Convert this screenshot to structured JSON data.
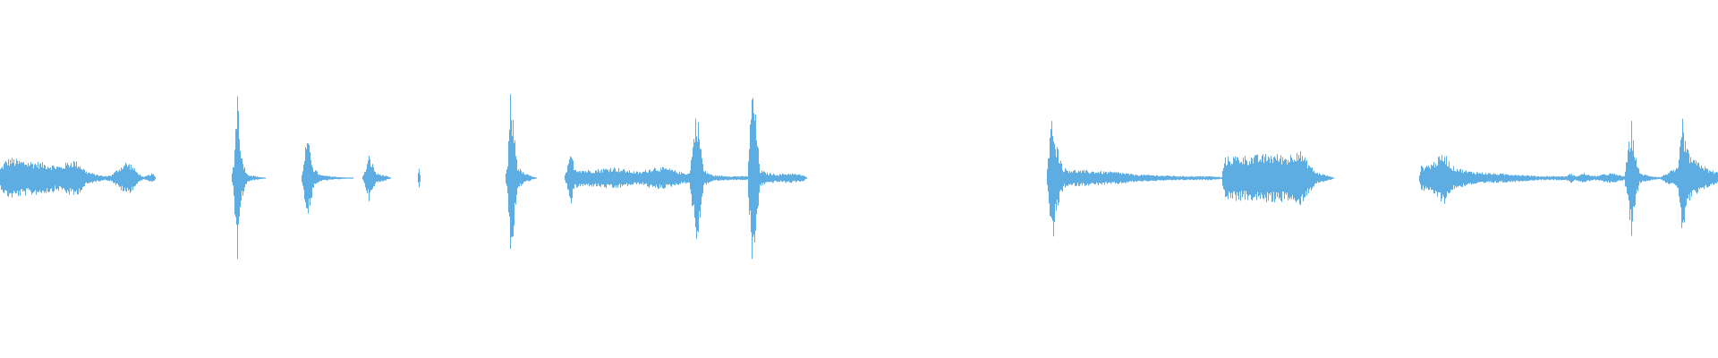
{
  "waveform": {
    "color": "#5dade2",
    "background": "#ffffff",
    "envelope": [
      [
        0,
        0.1
      ],
      [
        6,
        0.18
      ],
      [
        12,
        0.2
      ],
      [
        20,
        0.18
      ],
      [
        30,
        0.17
      ],
      [
        42,
        0.16
      ],
      [
        55,
        0.14
      ],
      [
        68,
        0.12
      ],
      [
        75,
        0.16
      ],
      [
        82,
        0.18
      ],
      [
        88,
        0.15
      ],
      [
        96,
        0.07
      ],
      [
        106,
        0.04
      ],
      [
        116,
        0.02
      ],
      [
        124,
        0.03
      ],
      [
        132,
        0.1
      ],
      [
        140,
        0.16
      ],
      [
        146,
        0.14
      ],
      [
        153,
        0.06
      ],
      [
        160,
        0.01
      ],
      [
        170,
        0.05
      ],
      [
        174,
        0.0
      ],
      [
        258,
        0.0
      ],
      [
        261,
        0.18
      ],
      [
        263,
        0.55
      ],
      [
        265,
        0.95
      ],
      [
        267,
        0.55
      ],
      [
        270,
        0.2
      ],
      [
        276,
        0.04
      ],
      [
        285,
        0.02
      ],
      [
        298,
        0.0
      ],
      [
        336,
        0.0
      ],
      [
        339,
        0.14
      ],
      [
        342,
        0.38
      ],
      [
        346,
        0.3
      ],
      [
        350,
        0.1
      ],
      [
        358,
        0.03
      ],
      [
        380,
        0.01
      ],
      [
        400,
        0.0
      ],
      [
        404,
        0.0
      ],
      [
        407,
        0.06
      ],
      [
        412,
        0.22
      ],
      [
        416,
        0.14
      ],
      [
        420,
        0.05
      ],
      [
        432,
        0.02
      ],
      [
        437,
        0.0
      ],
      [
        466,
        0.0
      ],
      [
        468,
        0.1
      ],
      [
        470,
        0.0
      ],
      [
        564,
        0.0
      ],
      [
        567,
        0.15
      ],
      [
        570,
        0.8
      ],
      [
        574,
        0.5
      ],
      [
        578,
        0.12
      ],
      [
        585,
        0.05
      ],
      [
        600,
        0.0
      ],
      [
        630,
        0.0
      ],
      [
        634,
        0.12
      ],
      [
        638,
        0.25
      ],
      [
        642,
        0.1
      ],
      [
        655,
        0.08
      ],
      [
        670,
        0.09
      ],
      [
        685,
        0.11
      ],
      [
        700,
        0.08
      ],
      [
        715,
        0.06
      ],
      [
        730,
        0.11
      ],
      [
        745,
        0.1
      ],
      [
        760,
        0.06
      ],
      [
        770,
        0.05
      ],
      [
        774,
        0.35
      ],
      [
        778,
        0.7
      ],
      [
        782,
        0.4
      ],
      [
        786,
        0.08
      ],
      [
        796,
        0.03
      ],
      [
        815,
        0.02
      ],
      [
        835,
        0.02
      ],
      [
        837,
        0.4
      ],
      [
        841,
        0.95
      ],
      [
        845,
        0.5
      ],
      [
        849,
        0.08
      ],
      [
        858,
        0.05
      ],
      [
        870,
        0.04
      ],
      [
        883,
        0.05
      ],
      [
        898,
        0.03
      ],
      [
        902,
        0.0
      ],
      [
        1169,
        0.0
      ],
      [
        1172,
        0.3
      ],
      [
        1176,
        0.7
      ],
      [
        1180,
        0.35
      ],
      [
        1188,
        0.1
      ],
      [
        1200,
        0.08
      ],
      [
        1225,
        0.07
      ],
      [
        1250,
        0.06
      ],
      [
        1265,
        0.04
      ],
      [
        1290,
        0.03
      ],
      [
        1320,
        0.02
      ],
      [
        1350,
        0.02
      ],
      [
        1365,
        0.01
      ],
      [
        1368,
        0.2
      ],
      [
        1380,
        0.22
      ],
      [
        1400,
        0.22
      ],
      [
        1420,
        0.24
      ],
      [
        1440,
        0.22
      ],
      [
        1450,
        0.3
      ],
      [
        1458,
        0.2
      ],
      [
        1470,
        0.06
      ],
      [
        1482,
        0.03
      ],
      [
        1492,
        0.0
      ],
      [
        1585,
        0.0
      ],
      [
        1588,
        0.12
      ],
      [
        1600,
        0.15
      ],
      [
        1614,
        0.25
      ],
      [
        1622,
        0.12
      ],
      [
        1640,
        0.07
      ],
      [
        1665,
        0.05
      ],
      [
        1690,
        0.04
      ],
      [
        1720,
        0.02
      ],
      [
        1750,
        0.02
      ],
      [
        1755,
        0.05
      ],
      [
        1760,
        0.02
      ],
      [
        1770,
        0.05
      ],
      [
        1780,
        0.02
      ],
      [
        1800,
        0.05
      ],
      [
        1815,
        0.02
      ],
      [
        1823,
        0.55
      ],
      [
        1826,
        0.3
      ],
      [
        1832,
        0.05
      ],
      [
        1845,
        0.02
      ],
      [
        1855,
        0.01
      ],
      [
        1862,
        0.05
      ],
      [
        1875,
        0.1
      ],
      [
        1880,
        0.6
      ],
      [
        1884,
        0.3
      ],
      [
        1892,
        0.18
      ],
      [
        1900,
        0.15
      ],
      [
        1910,
        0.08
      ],
      [
        1920,
        0.06
      ]
    ]
  }
}
